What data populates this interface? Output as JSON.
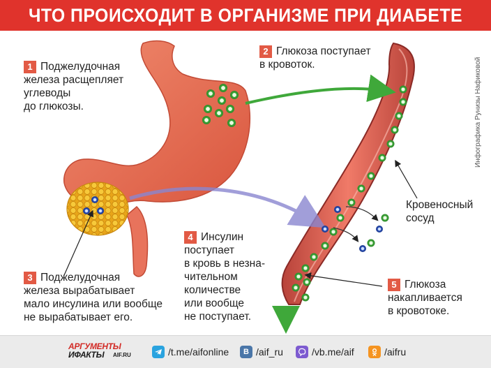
{
  "title": "ЧТО ПРОИСХОДИТ В ОРГАНИЗМЕ ПРИ ДИАБЕТЕ",
  "credit": "Инфографика Рунизы Нафиковой",
  "steps": [
    {
      "num": "1",
      "lines": [
        "Поджелудочная",
        "железа расщепляет",
        "углеводы",
        "до глюкозы."
      ]
    },
    {
      "num": "2",
      "lines": [
        "Глюкоза поступает",
        "в кровоток."
      ]
    },
    {
      "num": "3",
      "lines": [
        "Поджелудочная",
        "железа вырабатывает",
        "мало инсулина или вообще",
        "не вырабатывает его."
      ]
    },
    {
      "num": "4",
      "lines": [
        "Инсулин",
        "поступает",
        "в кровь в незна-",
        "чительном",
        "количестве",
        "или вообще",
        "не поступает."
      ]
    },
    {
      "num": "5",
      "lines": [
        "Глюкоза",
        "накапливается",
        "в кровотоке."
      ]
    }
  ],
  "vessel_label": [
    "Кровеносный",
    "сосуд"
  ],
  "footer": {
    "logo_line1": "АРГУМЕНТЫ",
    "logo_line2": "ИФАКТЫ",
    "logo_site": "AIF.RU",
    "links": [
      {
        "icon": "telegram-icon",
        "text": "/t.me/aifonline",
        "color": "#2aa3df"
      },
      {
        "icon": "vk-icon",
        "text": "/aif_ru",
        "color": "#4a76a8"
      },
      {
        "icon": "viber-icon",
        "text": "/vb.me/aif",
        "color": "#7d5bd0"
      },
      {
        "icon": "ok-icon",
        "text": "/aifru",
        "color": "#f59421"
      }
    ]
  },
  "colors": {
    "title_bg": "#e0332c",
    "badge": "#e25a45",
    "organ": "#e8735c",
    "glucose": "#3fa83a",
    "insulin": "#2a4fb8",
    "arrow": "#3fa83a",
    "insulin_arrow": "#8a86d0"
  }
}
